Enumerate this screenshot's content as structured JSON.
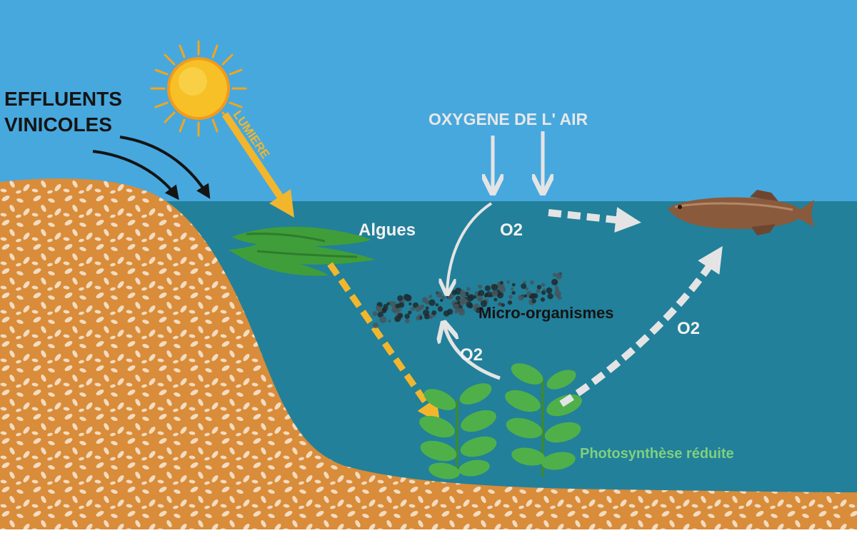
{
  "labels": {
    "effluents": "EFFLUENTS",
    "vinicoles": "VINICOLES",
    "lumiere": "LUMIERE",
    "oxygene_air": "OXYGENE DE L' AIR",
    "algues": "Algues",
    "o2_surface": "O2",
    "o2_right": "O2",
    "o2_bottom": "O2",
    "micro_organismes": "Micro-organismes",
    "photosynthese": "Photosynthèse réduite"
  },
  "colors": {
    "sky": "#47a8de",
    "water": "#22809a",
    "sediment": "#d98c3a",
    "sediment_spots": "#f3dcc0",
    "sun": "#f6c026",
    "light_arrow": "#f2b62c",
    "oxygen_arrow": "#e4e4e4",
    "black_text": "#141414",
    "white_text": "#f2f2f2",
    "green_text": "#7ed07e",
    "algae": "#3f9e3a",
    "plant": "#4fb04a",
    "fish": "#8a5a3c"
  },
  "icons": {
    "sun": "sun-icon",
    "fish": "fish-icon",
    "algae": "algae-icon",
    "plants": "aquatic-plant-icon",
    "microbes": "microorganism-cluster-icon"
  }
}
